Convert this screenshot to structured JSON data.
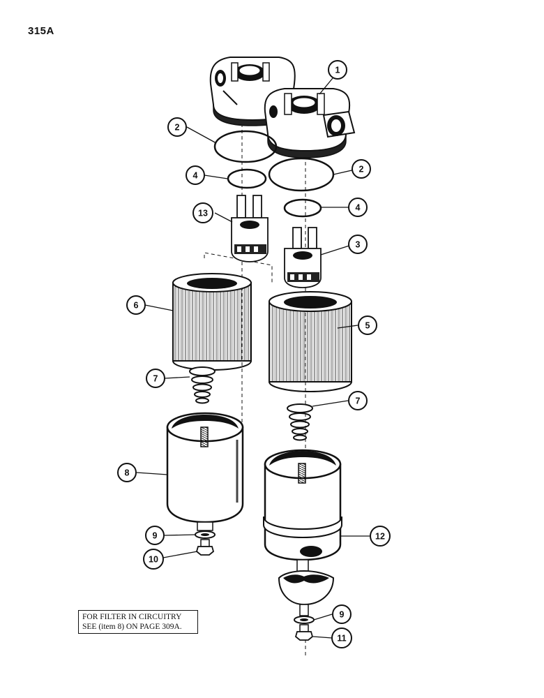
{
  "page": {
    "number": "315A"
  },
  "note": {
    "line1": "FOR FILTER IN CIRCUITRY",
    "line2": "SEE  (item 8) ON PAGE 309A."
  },
  "callouts": [
    {
      "id": "c1",
      "label": "1"
    },
    {
      "id": "c2a",
      "label": "2"
    },
    {
      "id": "c2b",
      "label": "2"
    },
    {
      "id": "c4a",
      "label": "4"
    },
    {
      "id": "c4b",
      "label": "4"
    },
    {
      "id": "c13",
      "label": "13"
    },
    {
      "id": "c3",
      "label": "3"
    },
    {
      "id": "c6",
      "label": "6"
    },
    {
      "id": "c5",
      "label": "5"
    },
    {
      "id": "c7a",
      "label": "7"
    },
    {
      "id": "c7b",
      "label": "7"
    },
    {
      "id": "c8",
      "label": "8"
    },
    {
      "id": "c12",
      "label": "12"
    },
    {
      "id": "c9a",
      "label": "9"
    },
    {
      "id": "c9b",
      "label": "9"
    },
    {
      "id": "c10",
      "label": "10"
    },
    {
      "id": "c11",
      "label": "11"
    }
  ]
}
